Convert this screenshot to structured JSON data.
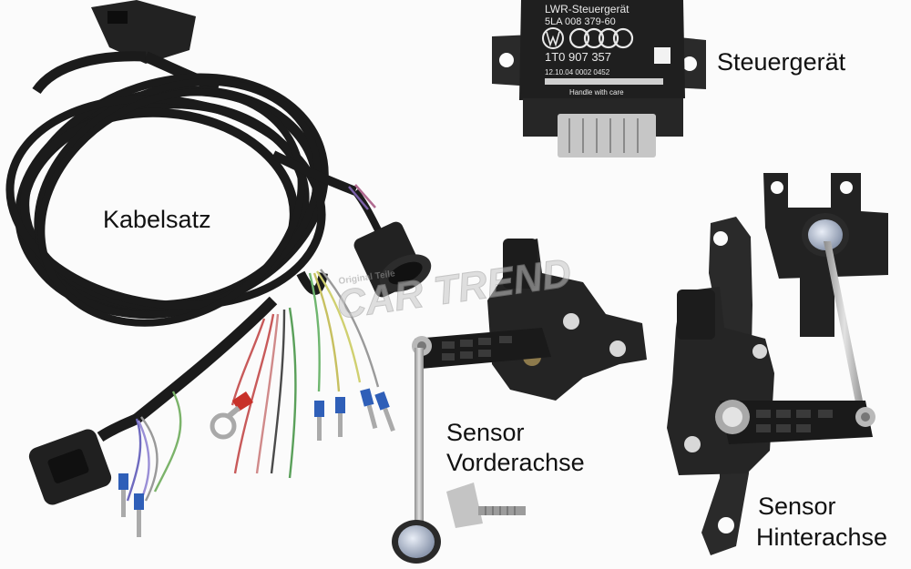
{
  "labels": {
    "control_unit": "Steuergerät",
    "harness": "Kabelsatz",
    "front_sensor_line1": "Sensor",
    "front_sensor_line2": "Vorderachse",
    "rear_sensor_line1": "Sensor",
    "rear_sensor_line2": "Hinterachse"
  },
  "ecu_label": {
    "line1": "LWR-Steuergerät",
    "line2": "5LA 008 379-60",
    "line3": "1T0 907 357",
    "line4": "12.10.04    0002    0452",
    "line5": "Handle with care"
  },
  "watermark": {
    "small": "Original Teile",
    "large": "CAR TREND"
  },
  "colors": {
    "background": "#fbfbfb",
    "cable": "#1b1b1b",
    "plastic": "#262626",
    "metal": "#b9b9b9",
    "terminal_blue": "#2f5fb8",
    "terminal_red": "#c8322a"
  }
}
